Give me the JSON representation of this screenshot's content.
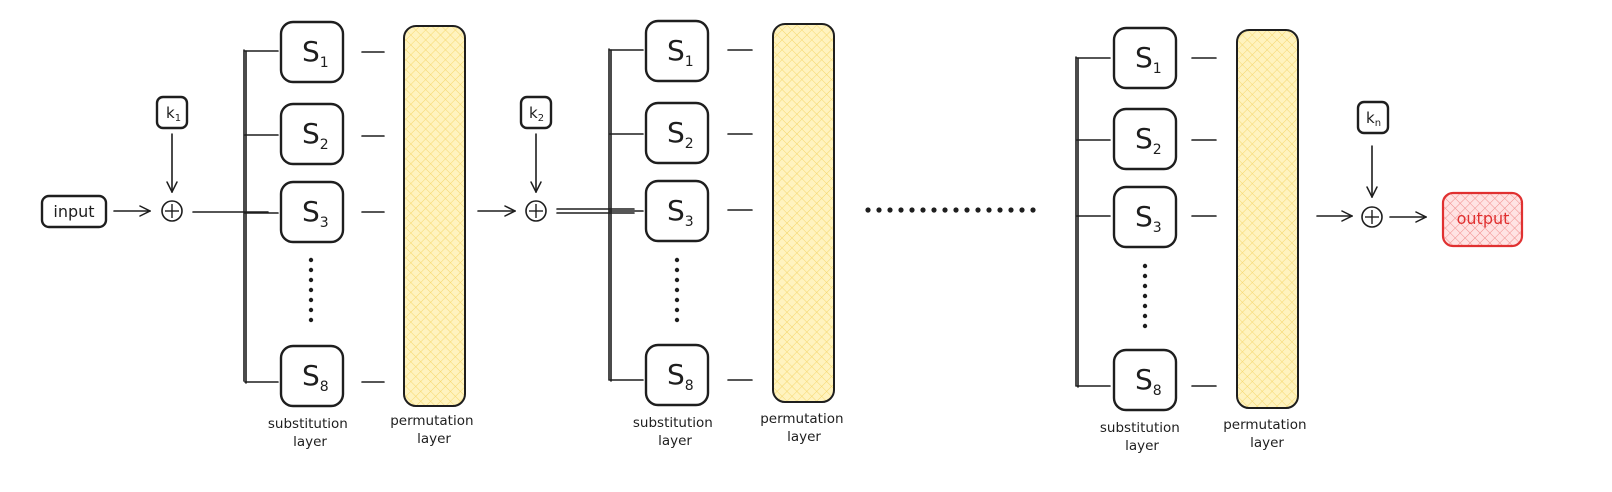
{
  "input_label": "input",
  "output_label": "output",
  "stages": [
    {
      "key": {
        "letter": "k",
        "sub": "1"
      },
      "sboxes": [
        {
          "letter": "S",
          "sub": "1"
        },
        {
          "letter": "S",
          "sub": "2"
        },
        {
          "letter": "S",
          "sub": "3"
        },
        {
          "letter": "S",
          "sub": "8"
        }
      ],
      "substitution_label": [
        "substitution",
        "layer"
      ],
      "permutation_label": [
        "permutation",
        "layer"
      ]
    },
    {
      "key": {
        "letter": "k",
        "sub": "2"
      },
      "sboxes": [
        {
          "letter": "S",
          "sub": "1"
        },
        {
          "letter": "S",
          "sub": "2"
        },
        {
          "letter": "S",
          "sub": "3"
        },
        {
          "letter": "S",
          "sub": "8"
        }
      ],
      "substitution_label": [
        "substitution",
        "layer"
      ],
      "permutation_label": [
        "permutation",
        "layer"
      ]
    },
    {
      "sboxes": [
        {
          "letter": "S",
          "sub": "1"
        },
        {
          "letter": "S",
          "sub": "2"
        },
        {
          "letter": "S",
          "sub": "3"
        },
        {
          "letter": "S",
          "sub": "8"
        }
      ],
      "substitution_label": [
        "substitution",
        "layer"
      ],
      "permutation_label": [
        "permutation",
        "layer"
      ]
    }
  ],
  "final_key": {
    "letter": "k",
    "sub": "n"
  },
  "colors": {
    "stroke": "#1e1e1e",
    "permutation_fill": "#fff3bf",
    "permutation_hatch": "#f5d76e",
    "output_stroke": "#e03131",
    "output_fill": "#ffe3e3"
  }
}
